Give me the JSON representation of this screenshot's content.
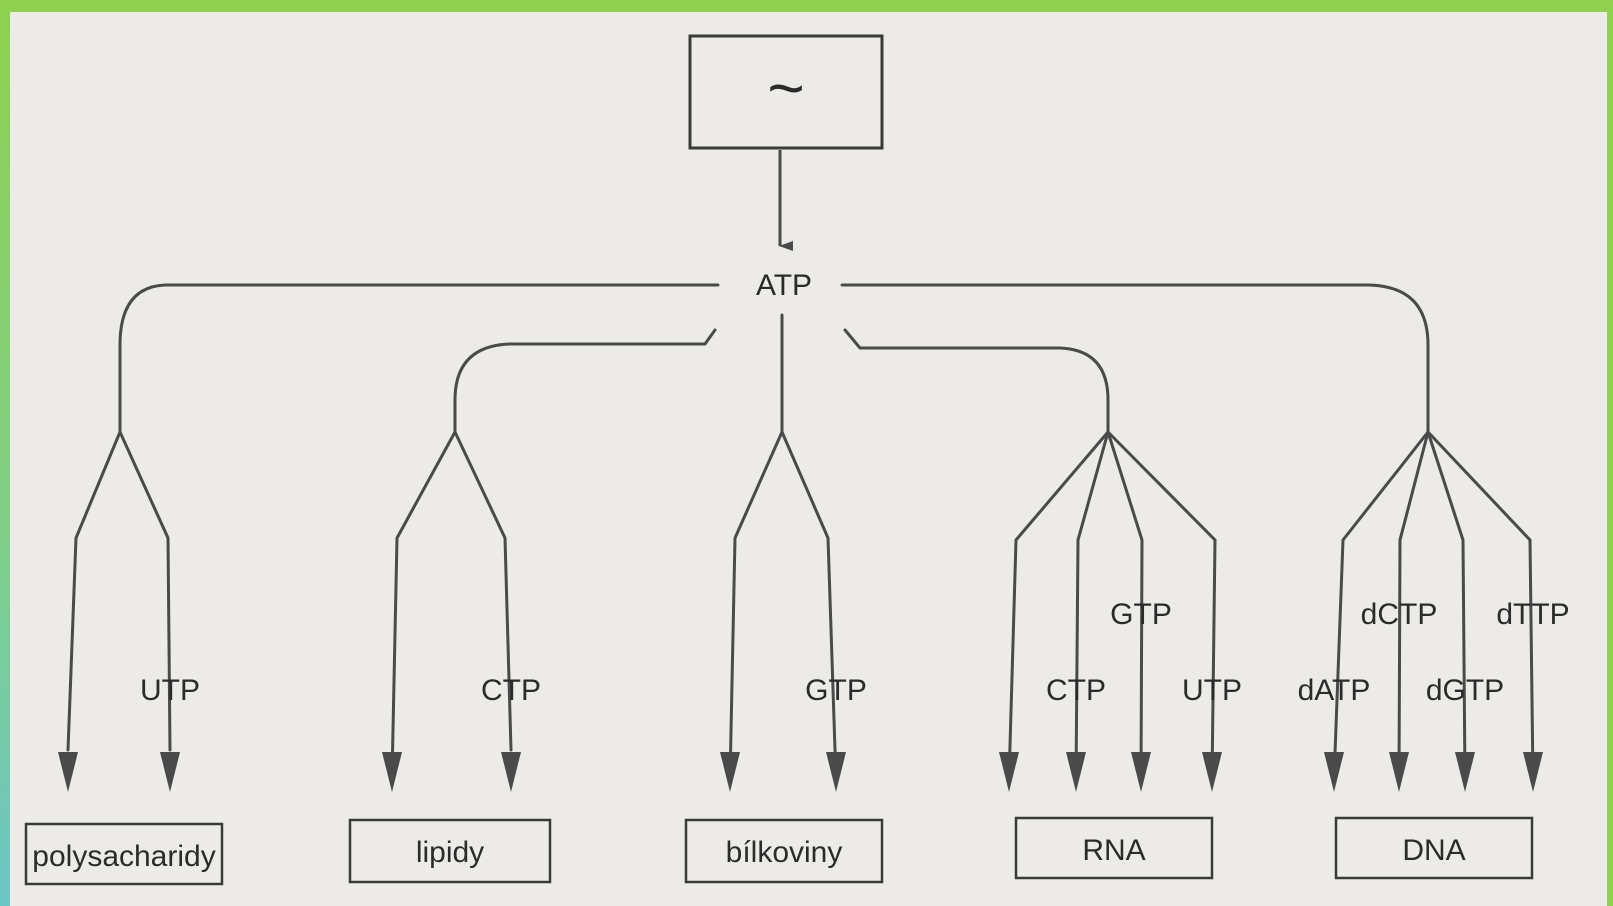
{
  "diagram": {
    "source_symbol": "~",
    "center_label": "ATP",
    "branches": [
      {
        "id": "polysacharidy",
        "box_label": "polysacharidy",
        "inputs": [
          "UTP"
        ]
      },
      {
        "id": "lipidy",
        "box_label": "lipidy",
        "inputs": [
          "CTP"
        ]
      },
      {
        "id": "bilkoviny",
        "box_label": "bílkoviny",
        "inputs": [
          "GTP"
        ]
      },
      {
        "id": "rna",
        "box_label": "RNA",
        "inputs": [
          "GTP",
          "CTP",
          "UTP"
        ]
      },
      {
        "id": "dna",
        "box_label": "DNA",
        "inputs": [
          "dCTP",
          "dTTP",
          "dATP",
          "dGTP"
        ]
      }
    ]
  },
  "colors": {
    "frame": "#8fd14f",
    "ink": "#4a4a4a",
    "paper": "#ecebe8"
  }
}
